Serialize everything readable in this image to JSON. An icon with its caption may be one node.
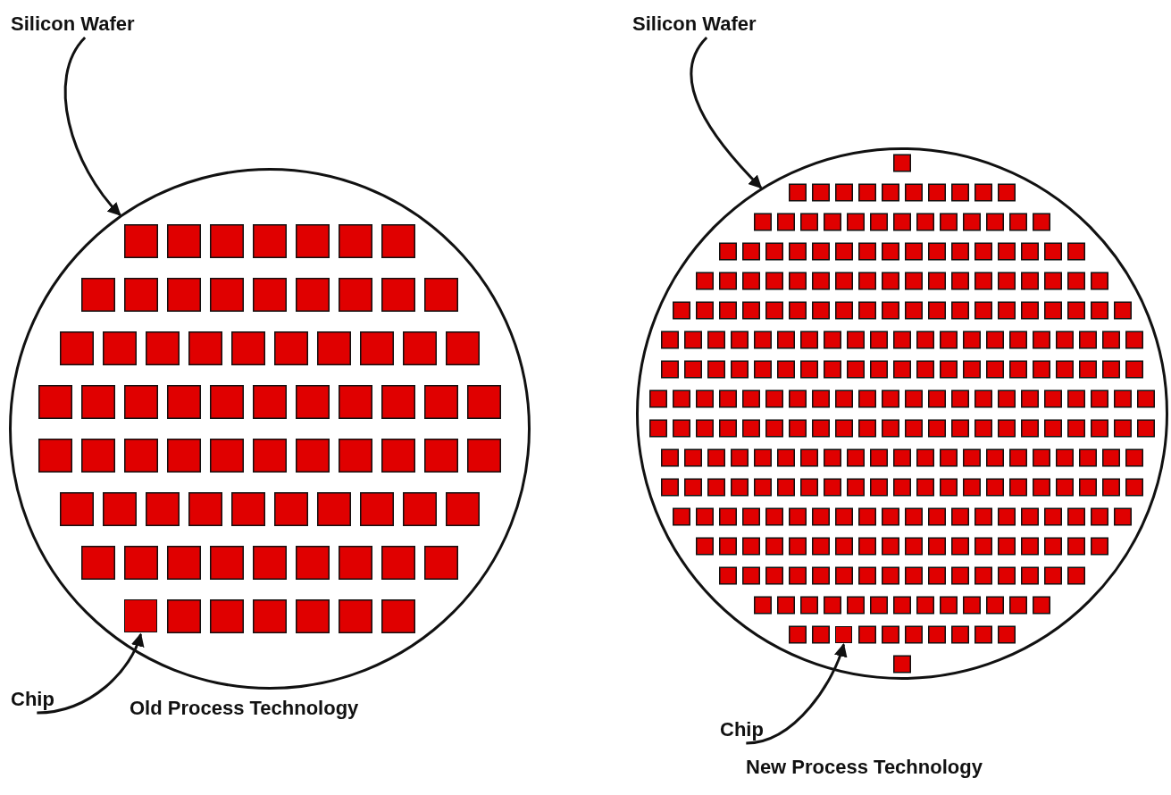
{
  "diagram": {
    "nodes": [
      {
        "text": [
          "Silicon Wafer"
        ]
      },
      {
        "text": [],
        "shape": "circle"
      },
      {
        "text": [],
        "shape": "box",
        "in": 1
      },
      {
        "text": [
          "Chip"
        ]
      },
      {
        "text": [
          "Silicon Wafer"
        ]
      },
      {
        "text": [],
        "shape": "circle"
      },
      {
        "text": [],
        "shape": "box",
        "in": 5
      },
      {
        "text": [
          "Chip"
        ]
      }
    ],
    "edges": [
      {
        "from": 0,
        "to": 1,
        "arrow": "to"
      },
      {
        "from": 3,
        "to": 2,
        "arrow": "to"
      },
      {
        "from": 4,
        "to": 5,
        "arrow": "to"
      },
      {
        "from": 7,
        "to": 6,
        "arrow": "to"
      }
    ],
    "labels": [
      "Old Process Technology",
      "New Process Technology"
    ]
  }
}
